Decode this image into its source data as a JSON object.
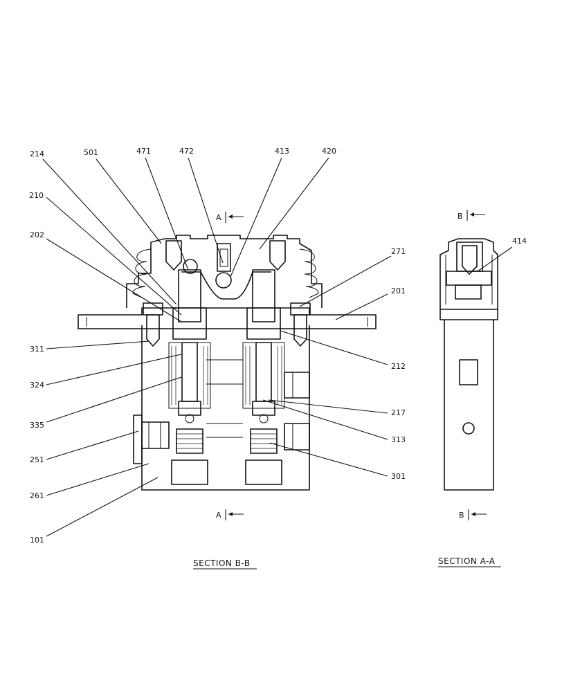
{
  "sections": {
    "bb": {
      "caption": "SECTION  B-B",
      "cut_top": "A",
      "cut_bottom": "A"
    },
    "aa": {
      "caption": "SECTION  A-A",
      "cut_top": "B",
      "cut_bottom": "B"
    }
  },
  "callouts": {
    "c214": "214",
    "c501": "501",
    "c471": "471",
    "c472": "472",
    "c413": "413",
    "c420": "420",
    "c210": "210",
    "c202": "202",
    "c271": "271",
    "c201": "201",
    "c311": "311",
    "c212": "212",
    "c324": "324",
    "c335": "335",
    "c217": "217",
    "c313": "313",
    "c251": "251",
    "c261": "261",
    "c301": "301",
    "c101": "101",
    "c414": "414"
  }
}
